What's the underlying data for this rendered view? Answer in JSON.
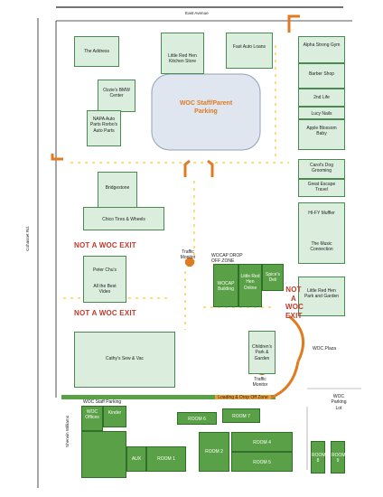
{
  "roads": {
    "top": "East Avenue",
    "left": "Cohasset Rd.",
    "bottom_left": "Sherwin Williams"
  },
  "buildings": {
    "address": "The Address",
    "kitchen": "Little Red Hen Kitchen Store",
    "fast_auto": "Fast Auto Loans",
    "alpha": "Alpha Strong Gym",
    "barber": "Barber Shop",
    "second_life": "2nd Life",
    "lucy": "Lucy Nails",
    "apple": "Apple Blossom Baby",
    "ozzies": "Ozzie's BMW Center",
    "napa": "NAPA Auto Parts Rorbo's Auto Parts",
    "carols": "Carol's Dog Grooming",
    "escape": "Great Escape Travel",
    "bridgestone": "Bridgestone",
    "chico": "Chico Tires & Wheels",
    "hify": "HI-FY Muffler",
    "music": "The Music Connection",
    "peter": "Peter Chu's",
    "best_video": "All the Best Video",
    "wocap": "WOCAP Building",
    "lrh_online": "Little Red Hen Online",
    "spices": "Spice's Deli",
    "lrh_park": "Little Red Hen Park and Garden",
    "cathys": "Cathy's Sew & Vac",
    "childrens": "Children's Park & Garden",
    "woc_plaza": "WOC Plaza",
    "woc_lot": "WOC Parking Lot",
    "woc_offices": "WOC Offices",
    "kinder": "Kinder",
    "room6": "ROOM 6",
    "room7": "ROOM 7",
    "aux": "AUX",
    "room1": "ROOM 1",
    "room2": "ROOM 2",
    "room4": "ROOM 4",
    "room5": "ROOM 5",
    "room8": "ROOM 8",
    "room9": "ROOM 9"
  },
  "parking": "WOC Staff/Parent Parking",
  "staff_parking": "WOC Staff Parking",
  "dropoff": "WOCAP DROP OFF ZONE",
  "loading": "Loading & Drop Off Zone",
  "warnings": {
    "exit1": "NOT A WOC EXIT",
    "exit2": "NOT A WOC EXIT",
    "exit3": "NOT A WOC EXIT"
  },
  "monitors": {
    "m1": "Traffic Monitor",
    "m2": "Traffic Monitor"
  },
  "colors": {
    "building_fill": "#dbeedd",
    "woc_green": "#5aa046",
    "warning_red": "#c0392b",
    "arrow_orange": "#e07b21"
  }
}
